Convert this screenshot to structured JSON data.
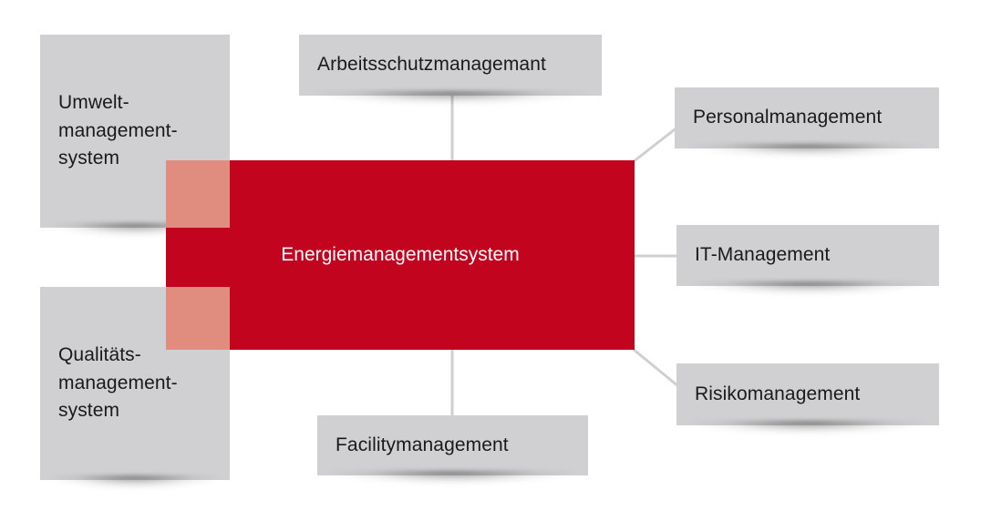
{
  "diagram": {
    "title_center": "Energiemanagementsystem",
    "colors": {
      "center_red": "#c3041f",
      "box_gray": "#d0d0d2",
      "overlap_salmon": "#e08d80",
      "connector_gray": "#cfcfcf",
      "text_dark": "#1a1a1a",
      "text_light": "#ffffff",
      "background": "#ffffff"
    },
    "center": {
      "label": "Energiemanagementsystem"
    },
    "nodes": [
      {
        "id": "umweltmanagementsystem",
        "label": "Umwelt-\nmanagement-\nsystem",
        "position": "left-top",
        "relation": "overlap"
      },
      {
        "id": "qualitaetsmanagementsystem",
        "label": "Qualitäts-\nmanagement-\nsystem",
        "position": "left-bottom",
        "relation": "overlap"
      },
      {
        "id": "arbeitsschutzmanagemant",
        "label": "Arbeitsschutzmanagemant",
        "position": "top",
        "relation": "line-vertical"
      },
      {
        "id": "facilitymanagement",
        "label": "Facilitymanagement",
        "position": "bottom",
        "relation": "line-vertical"
      },
      {
        "id": "personalmanagement",
        "label": "Personalmanagement",
        "position": "right-top",
        "relation": "line-diagonal"
      },
      {
        "id": "it-management",
        "label": "IT-Management",
        "position": "right-middle",
        "relation": "line-horizontal"
      },
      {
        "id": "risikomanagement",
        "label": "Risikomanagement",
        "position": "right-bottom",
        "relation": "line-diagonal"
      }
    ]
  }
}
